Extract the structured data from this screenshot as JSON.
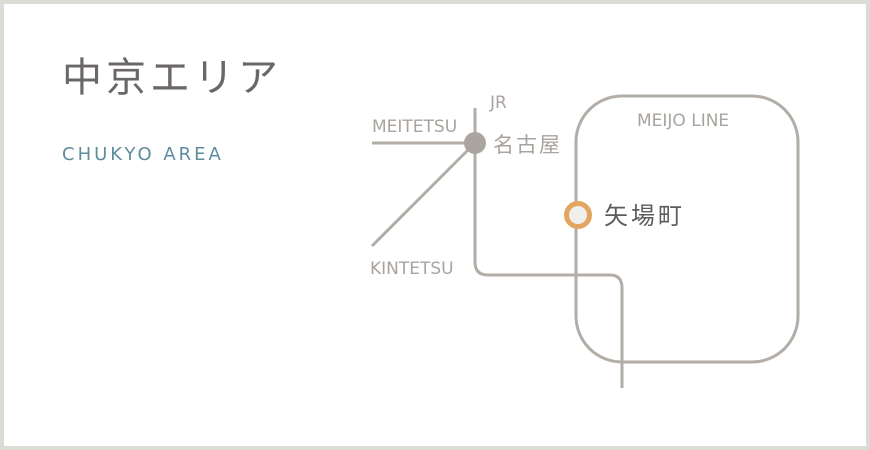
{
  "header": {
    "title": "中京エリア",
    "subtitle": "CHUKYO AREA"
  },
  "map": {
    "lines": {
      "jr": "JR",
      "meitetsu": "MEITETSU",
      "kintetsu": "KINTETSU",
      "meijo": "MEIJO LINE"
    },
    "stations": {
      "nagoya": "名古屋",
      "yabacho": "矢場町"
    },
    "colors": {
      "line": "#b2ada7",
      "station_dot": "#aaa5a0",
      "highlight_ring": "#e3a660",
      "title": "#6a6766",
      "subtitle": "#5f8c9c"
    }
  }
}
